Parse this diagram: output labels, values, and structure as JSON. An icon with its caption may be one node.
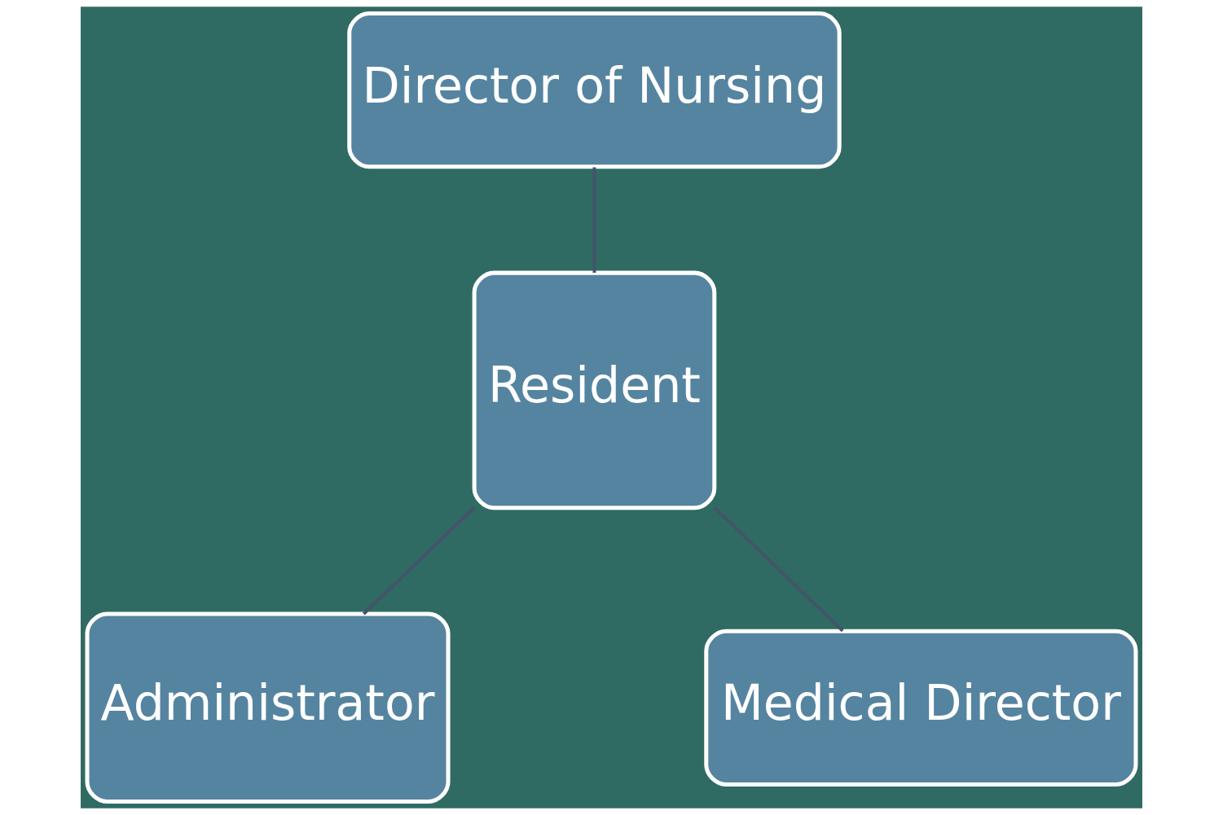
{
  "diagram": {
    "nodes": [
      {
        "text": [
          "Director of Nursing"
        ]
      },
      {
        "text": [
          "Resident"
        ]
      },
      {
        "text": [
          "Administrator"
        ]
      },
      {
        "text": [
          "Medical Director"
        ]
      }
    ],
    "edges": [
      {
        "from": 0,
        "to": 1,
        "arrow": "none"
      },
      {
        "from": 1,
        "to": 2,
        "arrow": "none"
      },
      {
        "from": 1,
        "to": 3,
        "arrow": "none"
      }
    ]
  }
}
